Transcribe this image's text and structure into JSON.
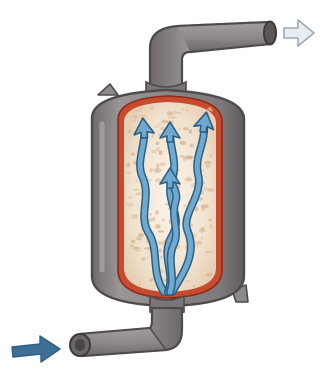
{
  "figure": {
    "type": "cutaway-illustration",
    "text": "",
    "colors": {
      "background": "#ffffff",
      "pipe_fill": "#8e8a8b",
      "pipe_outline": "#4e4b4c",
      "shell_fill": "#8b8788",
      "liner": "#c84a2f",
      "core_fill": "#f3e4d3",
      "core_speckle": "#d9b693",
      "flow_arrow": "#6fa9cf",
      "flow_arrow_outline": "#2c5f84",
      "inlet_arrow": "#3e6f95",
      "outlet_arrow": "#e8eef2"
    },
    "icons": {
      "inlet_arrow": "arrow-right-icon",
      "outlet_arrow": "arrow-right-outline-icon",
      "flow_arrows": "arrow-up-icon"
    },
    "parts": [
      {
        "name": "inlet-pipe"
      },
      {
        "name": "outlet-pipe"
      },
      {
        "name": "canister-shell"
      },
      {
        "name": "insulation-liner"
      },
      {
        "name": "filter-core"
      },
      {
        "name": "mounting-tab-top"
      },
      {
        "name": "mounting-tab-bottom"
      }
    ],
    "flow_arrows_count": 4
  }
}
